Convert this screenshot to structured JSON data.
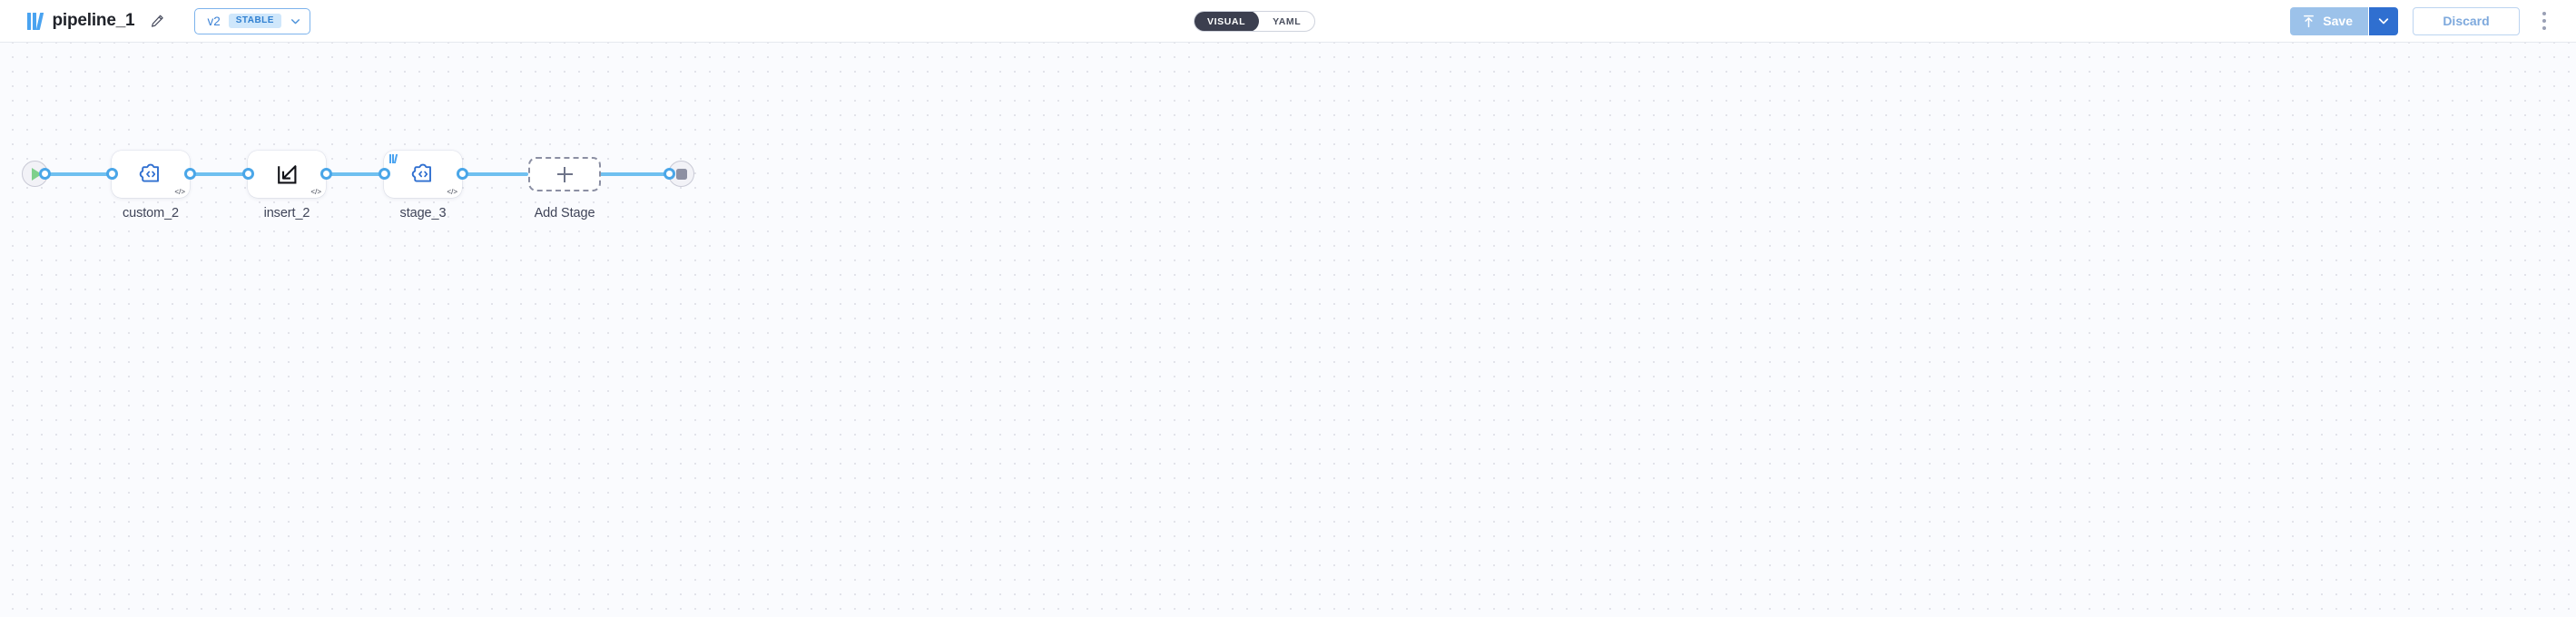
{
  "header": {
    "logo_icon": "pipeline-brand-logo-icon",
    "title": "pipeline_1",
    "edit_icon": "pencil-icon",
    "version": {
      "label": "v2",
      "badge": "STABLE",
      "chevron_icon": "chevron-down-icon"
    },
    "mode_toggle": {
      "options": [
        {
          "label": "VISUAL",
          "active": true
        },
        {
          "label": "YAML",
          "active": false
        }
      ]
    },
    "actions": {
      "save_label": "Save",
      "save_icon": "upload-icon",
      "save_caret_icon": "chevron-down-icon",
      "discard_label": "Discard",
      "more_icon": "kebab-menu-icon"
    }
  },
  "canvas": {
    "background_color": "#fafbfe",
    "dot_color": "#e2e3ea",
    "edge_color": "#6fc0f0",
    "port_color": "#4aa6e8",
    "accent_color": "#3b82d6",
    "start_node": {
      "name": "start-node",
      "icon": "play-icon"
    },
    "end_node": {
      "name": "end-node",
      "icon": "stop-icon"
    },
    "nodes": [
      {
        "id": "custom_2",
        "label": "custom_2",
        "icon": "puzzle-code-icon",
        "has_logo_badge": false,
        "code_badge": "</>"
      },
      {
        "id": "insert_2",
        "label": "insert_2",
        "icon": "insert-arrow-icon",
        "has_logo_badge": false,
        "code_badge": "</>"
      },
      {
        "id": "stage_3",
        "label": "stage_3",
        "icon": "puzzle-code-icon",
        "has_logo_badge": true,
        "code_badge": "</>"
      }
    ],
    "add_stage": {
      "label": "Add Stage",
      "icon": "plus-icon"
    }
  }
}
